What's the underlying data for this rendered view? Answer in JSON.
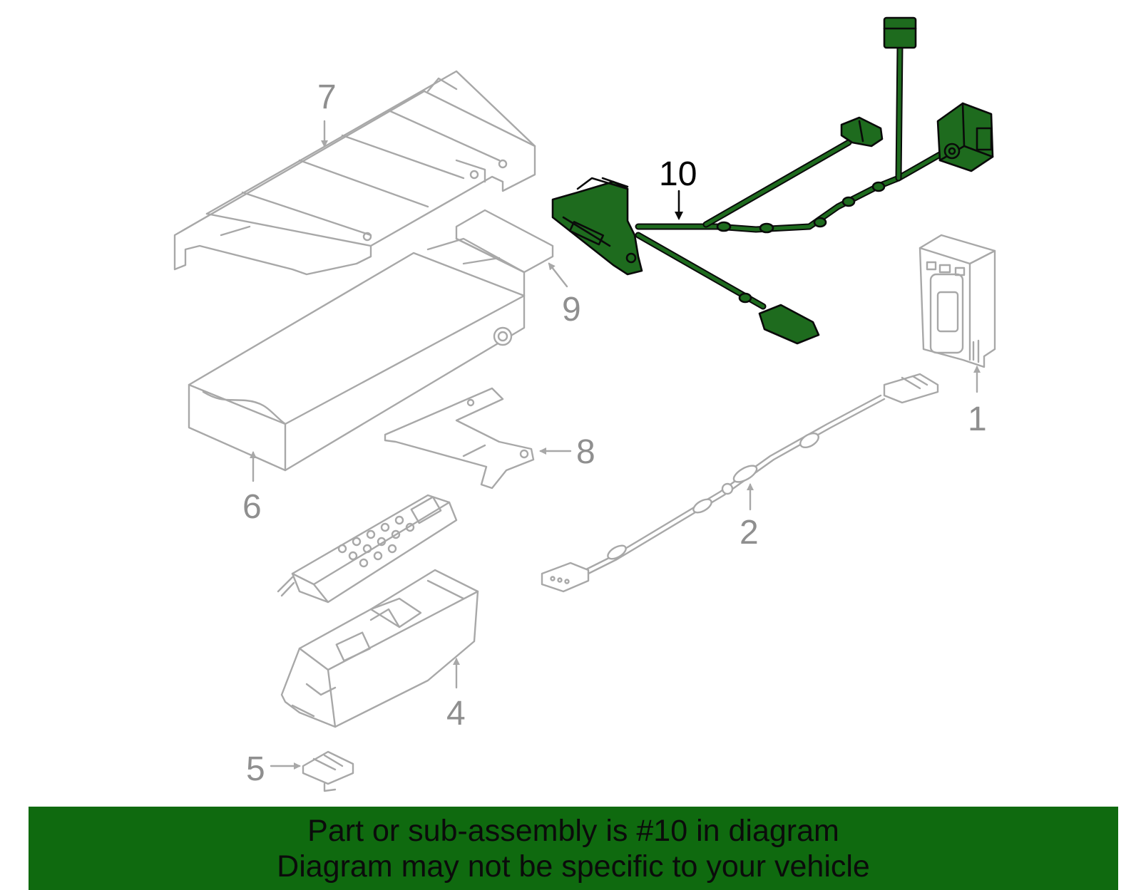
{
  "callouts": [
    {
      "id": "1",
      "label": "1"
    },
    {
      "id": "2",
      "label": "2"
    },
    {
      "id": "4",
      "label": "4"
    },
    {
      "id": "5",
      "label": "5"
    },
    {
      "id": "6",
      "label": "6"
    },
    {
      "id": "7",
      "label": "7"
    },
    {
      "id": "8",
      "label": "8"
    },
    {
      "id": "9",
      "label": "9"
    },
    {
      "id": "10",
      "label": "10"
    }
  ],
  "highlighted_part": "10",
  "colors": {
    "highlight_fill": "#1e6b1e",
    "part_outline": "#a8a8a8",
    "banner_background": "#0f6a0f",
    "banner_text": "#0b0b0b"
  },
  "banner": {
    "line1": "Part or sub-assembly is #10 in diagram",
    "line2": "Diagram may not be specific to your vehicle"
  }
}
